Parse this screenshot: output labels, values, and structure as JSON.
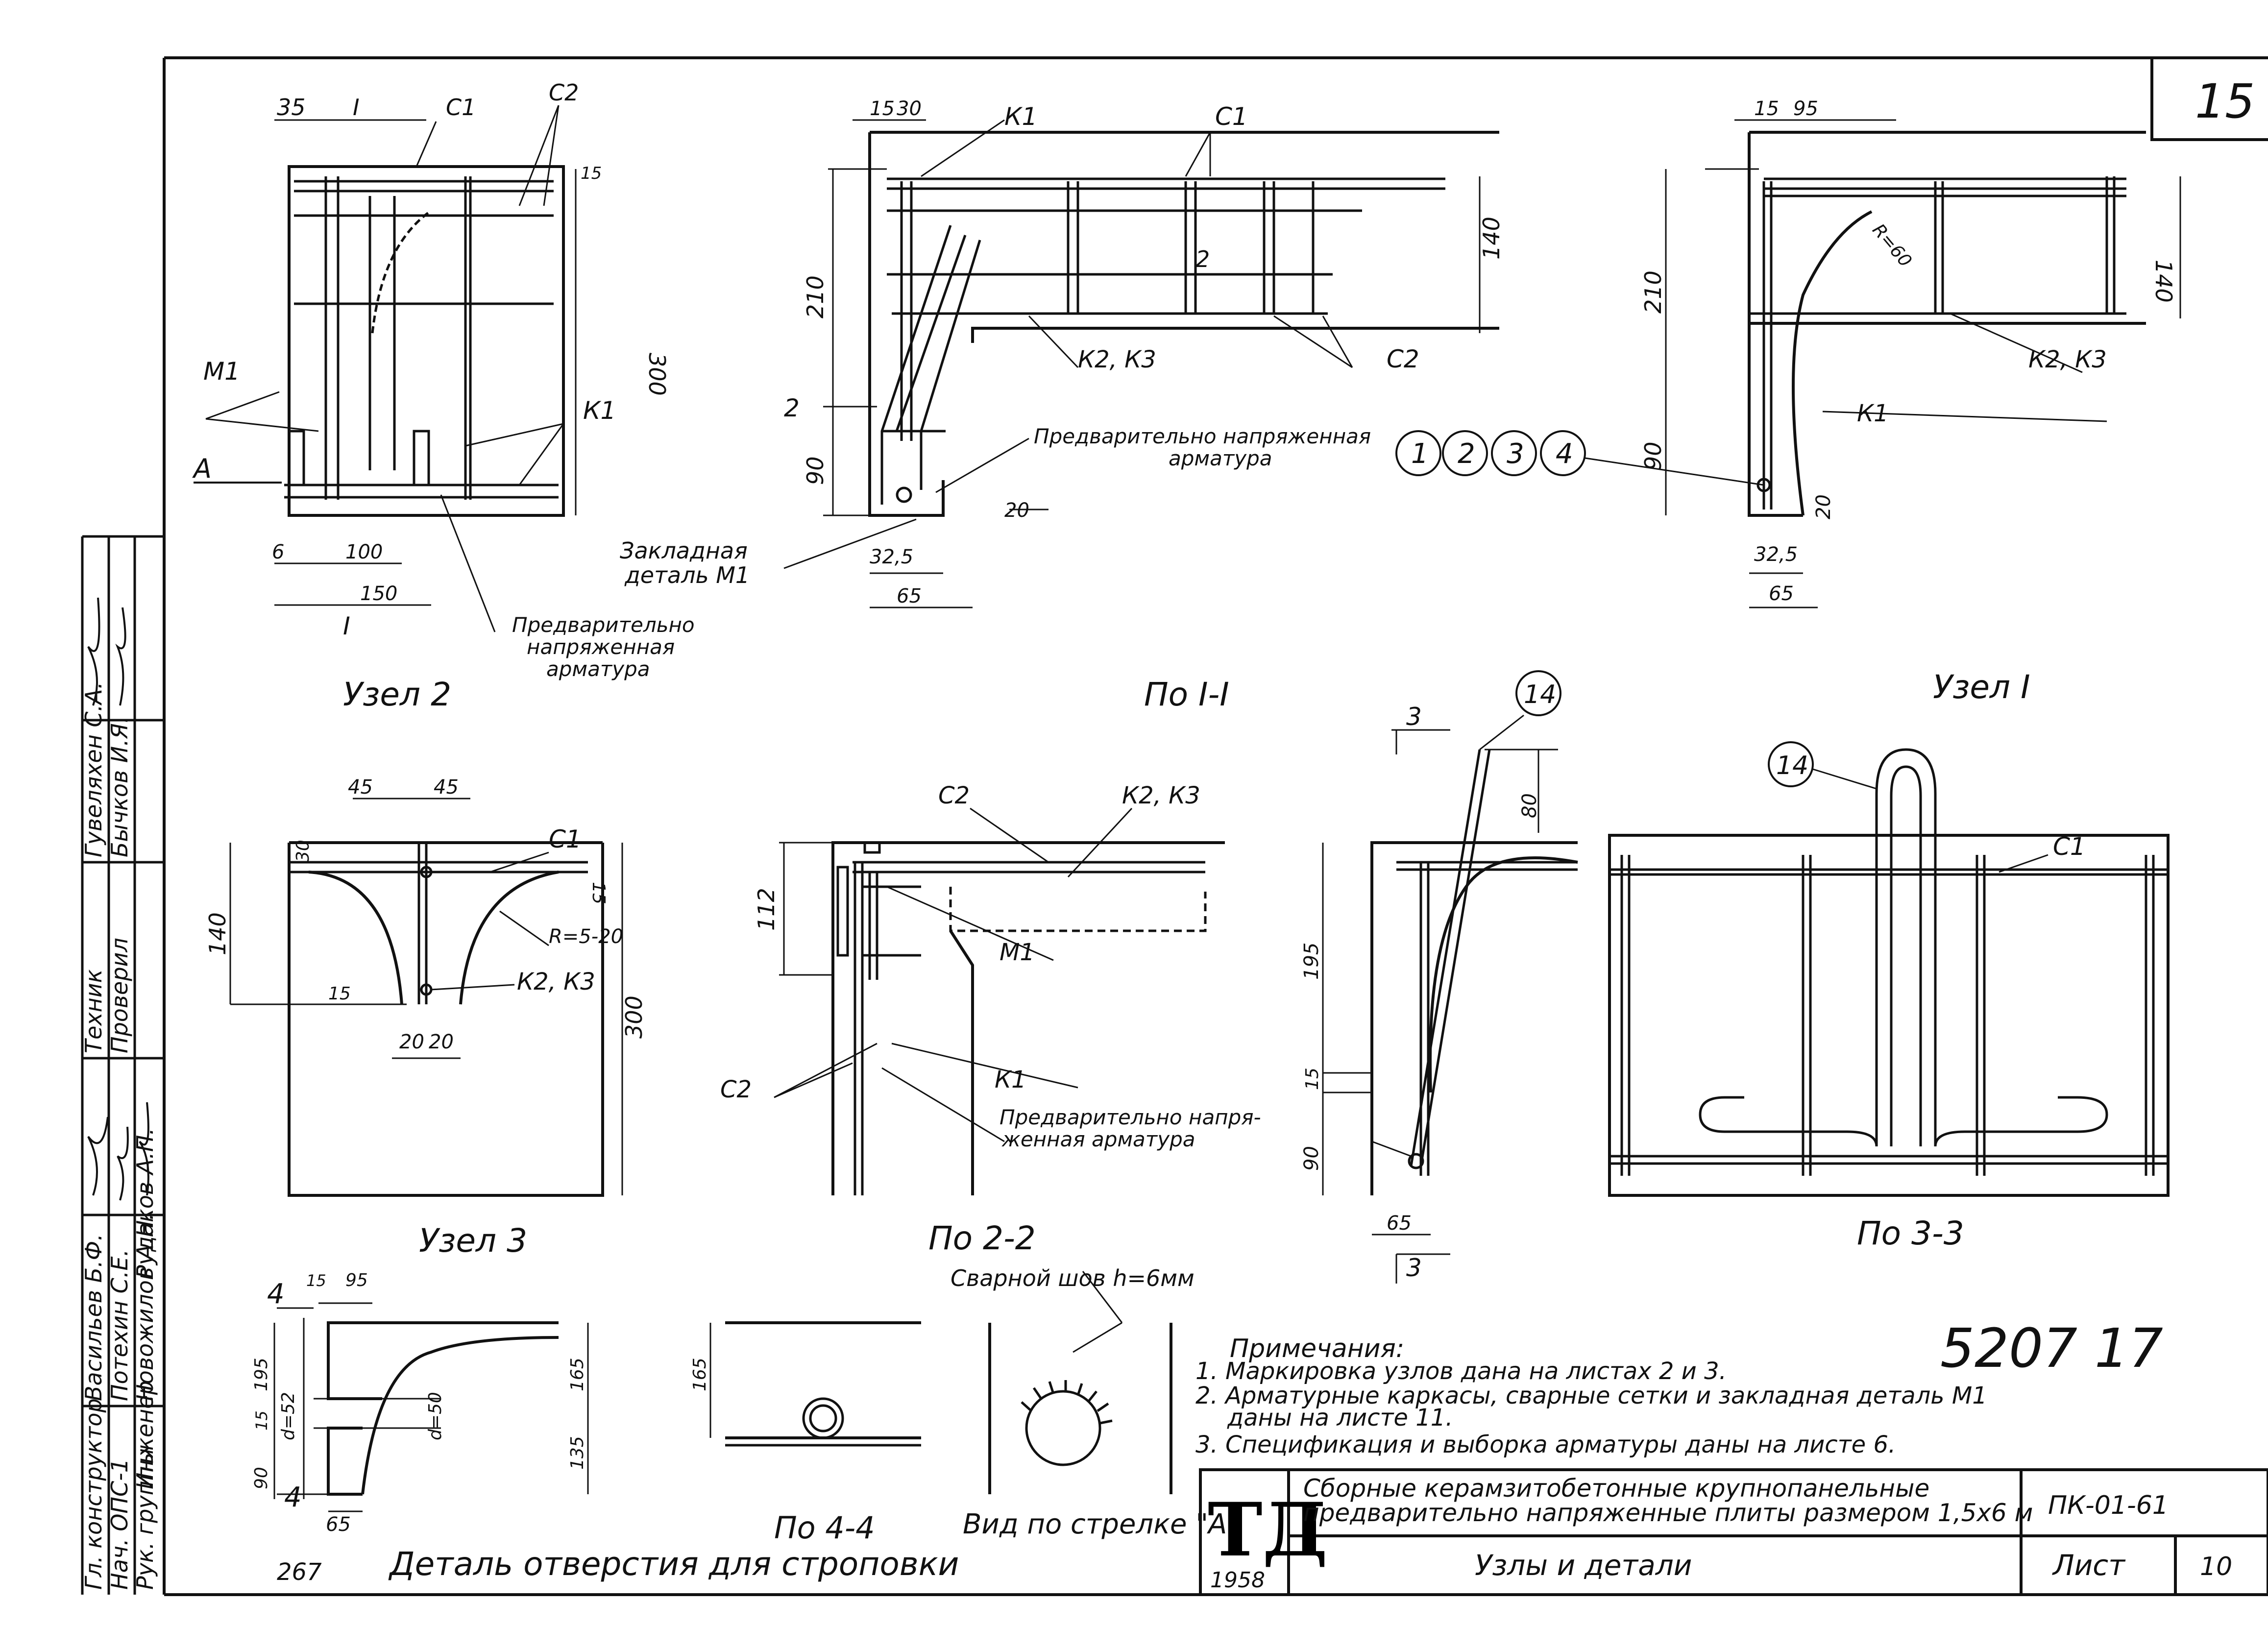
{
  "sheet": {
    "corner_number": "15",
    "stamp_number": "5207 17",
    "notes_title": "Примечания:",
    "notes": [
      "1. Маркировка узлов дана на листах 2 и 3.",
      "2. Арматурные каркасы, сварные сетки и закладная деталь М1",
      "даны на листе 11.",
      "3. Спецификация и выборка арматуры даны на листе 6."
    ]
  },
  "title_block": {
    "logo": "ТД",
    "year": "1958",
    "title_line1": "Сборные керамзитобетонные крупнопанельные",
    "title_line2": "предварительно напряженные плиты размером 1,5x6 м",
    "sheet_title": "Узлы и детали",
    "code": "ПК-01-61",
    "sheet_label": "Лист",
    "sheet_no": "10"
  },
  "signatures": {
    "roles": [
      "Гл. конструктор",
      "Нач. ОПС-1",
      "Рук. группы",
      "Инженер",
      "Техник",
      "Проверил"
    ],
    "names": [
      "Васильев Б.Ф.",
      "Потехин С.Е.",
      "Новожилов А.Н.",
      "Рудаков А.П.",
      "Гувеляхен С.А.",
      "Бычков И.Я."
    ]
  },
  "views": {
    "node2": {
      "caption": "Узел 2",
      "labels": {
        "c1": "С1",
        "c2": "С2",
        "m1": "М1",
        "k1": "К1",
        "a": "А",
        "cut1": "I",
        "cut1b": "I",
        "stress_line1": "Предварительно",
        "stress_line2": "напряженная",
        "stress_line3": "арматура"
      },
      "dims": [
        "35",
        "15",
        "300",
        "6",
        "100",
        "150"
      ]
    },
    "section11": {
      "caption": "По I-I",
      "labels": {
        "k1": "К1",
        "c1": "С1",
        "c2": "С2",
        "k2k3": "К2, К3",
        "cut2": "2",
        "cut2b": "2",
        "stress_line1": "Предварительно напряженная",
        "stress_line2": "арматура",
        "embed_line1": "Закладная",
        "embed_line2": "деталь М1"
      },
      "dims": [
        "15",
        "30",
        "210",
        "90",
        "140",
        "20",
        "32,5",
        "65"
      ],
      "circles": [
        "1",
        "2",
        "3",
        "4"
      ]
    },
    "node1": {
      "caption": "Узел I",
      "labels": {
        "k2k3": "К2, К3",
        "k1": "К1",
        "r": "R=60"
      },
      "dims": [
        "15",
        "95",
        "140",
        "210",
        "90",
        "20",
        "32,5",
        "65"
      ]
    },
    "node3": {
      "caption": "Узел 3",
      "labels": {
        "c1": "С1",
        "k2k3": "К2, К3",
        "r": "R=5-20"
      },
      "dims": [
        "45",
        "45",
        "30",
        "15",
        "140",
        "15",
        "20",
        "20",
        "300"
      ]
    },
    "section22": {
      "caption": "По 2-2",
      "labels": {
        "c2": "С2",
        "c2b": "С2",
        "k2k3": "К2, К3",
        "m1": "М1",
        "k1": "К1",
        "stress_line1": "Предварительно напря-",
        "stress_line2": "женная арматура"
      },
      "dims": [
        "112"
      ]
    },
    "section33a": {
      "labels": {
        "cut3": "3",
        "cut3b": "3",
        "circle": "14"
      },
      "dims": [
        "80",
        "195",
        "15",
        "90",
        "65"
      ]
    },
    "section33": {
      "caption": "По 3-3",
      "labels": {
        "circle": "14",
        "c1": "С1"
      }
    },
    "hole": {
      "caption": "Деталь отверстия для строповки",
      "labels": {
        "cut4": "4",
        "cut4b": "4",
        "d1": "d=52",
        "d2": "d=50",
        "size": "267"
      },
      "dims": [
        "15",
        "95",
        "195",
        "165",
        "15",
        "90",
        "135",
        "65"
      ]
    },
    "section44": {
      "caption": "По 4-4",
      "dims": [
        "165"
      ]
    },
    "arrowview": {
      "caption": "Вид по стрелке \"А\"",
      "weld": "Сварной шов h=6мм"
    }
  }
}
